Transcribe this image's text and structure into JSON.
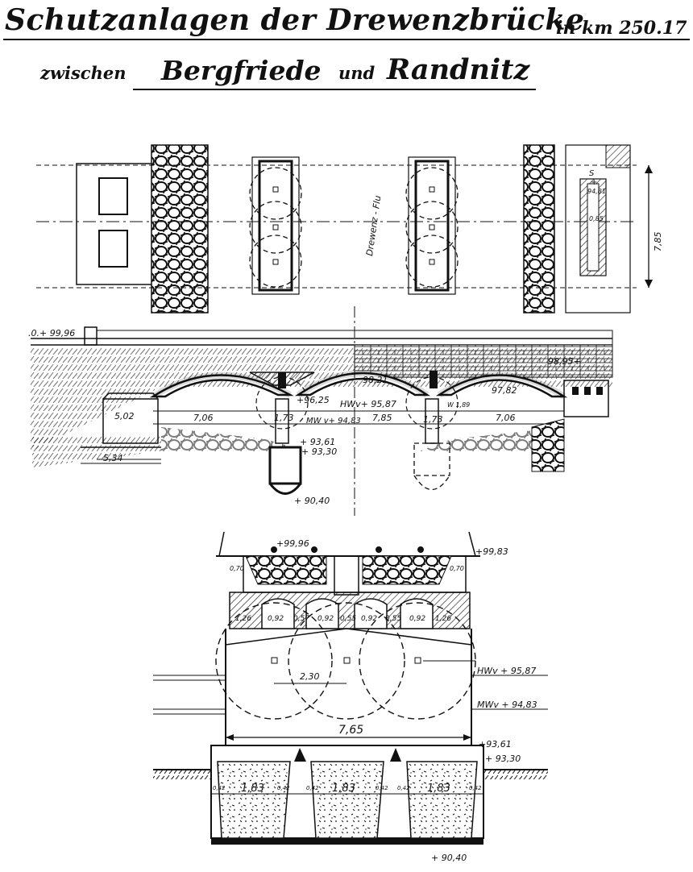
{
  "title": {
    "line1": "Schutzanlagen der Drewenzbrücke",
    "km": "in km 250.17",
    "line2_prefix": "zwischen",
    "place1": "Bergfriede",
    "conj": "und",
    "place2": "Randnitz"
  },
  "plan": {
    "river_label": "Drewenz - Flu",
    "width_dim": "7,85",
    "pier_marks": [
      "S",
      "+",
      "94,81",
      "0,85"
    ]
  },
  "elevation": {
    "start_level": ".0.+ 99,96",
    "right_level": "98,95+",
    "arch_crowns": [
      "98,21",
      "97,82"
    ],
    "pier_level": "+96,25",
    "hw": "HWv+ 95,87",
    "mw": "MW v+ 94,83",
    "w_mark": "W 1,89",
    "spans": [
      "5,02",
      "7,06",
      "1,73",
      "7,85",
      "1,73",
      "7,06"
    ],
    "abut_width": "5,34",
    "foot1": "+ 93,61",
    "foot2": "+ 93,30",
    "bottom": "+ 90,40"
  },
  "section": {
    "top_left": "+99,96",
    "top_right": "+99,83",
    "edge_left": "0,70",
    "edge_right": "0,70",
    "openings": [
      "1,26",
      "0,92",
      "0,57",
      "0,92",
      "0,55",
      "0,92",
      "0,55",
      "0,92",
      "1,26"
    ],
    "centers": "2,30",
    "hw": "HWv + 95,87",
    "mw": "MWv + 94,83",
    "width": "7,65",
    "level1": "+93,61",
    "level2": "+ 93,30",
    "foundations": [
      "1,83",
      "1,83",
      "1,83"
    ],
    "small_dims": [
      "0,42",
      "0,42",
      "0,42",
      "0,42",
      "0,42",
      "0,42"
    ],
    "bottom": "+ 90,40"
  }
}
